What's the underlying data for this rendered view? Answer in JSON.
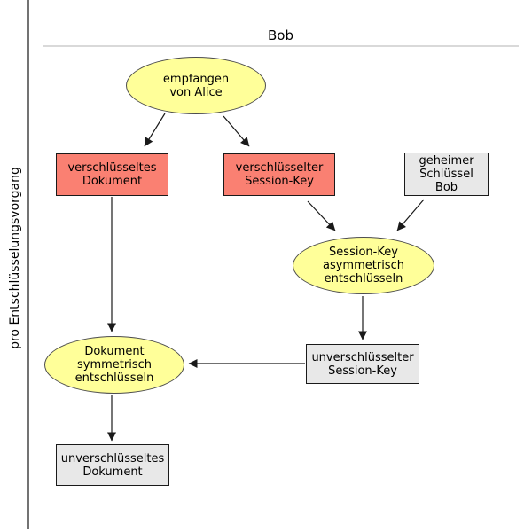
{
  "diagram": {
    "title": "Bob",
    "side_label": "pro Entschlüsselungsvorgang",
    "nodes": {
      "received": {
        "text": "empfangen\nvon Alice",
        "shape": "ellipse"
      },
      "encrypted_document": {
        "text": "verschlüsseltes\nDokument",
        "shape": "rect"
      },
      "encrypted_session_key": {
        "text": "verschlüsselter\nSession-Key",
        "shape": "rect"
      },
      "secret_key_bob": {
        "text": "geheimer\nSchlüssel\nBob",
        "shape": "rect"
      },
      "decrypt_session_key": {
        "text": "Session-Key\nasymmetrisch\nentschlüsseln",
        "shape": "ellipse"
      },
      "unencrypted_session_key": {
        "text": "unverschlüsselter\nSession-Key",
        "shape": "rect"
      },
      "decrypt_document": {
        "text": "Dokument\nsymmetrisch\nentschlüsseln",
        "shape": "ellipse"
      },
      "unencrypted_document": {
        "text": "unverschlüsseltes\nDokument",
        "shape": "rect"
      }
    },
    "colors": {
      "process_fill": "#ffff99",
      "encrypted_fill": "#fa8072",
      "plain_fill": "#e8e8e8",
      "node_border": "#1a1a1a",
      "ellipse_border": "#4d4d4d",
      "arrow": "#1a1a1a",
      "frame_line": "#737373",
      "header_rule": "#d9d9d9",
      "text": "#000000"
    }
  }
}
